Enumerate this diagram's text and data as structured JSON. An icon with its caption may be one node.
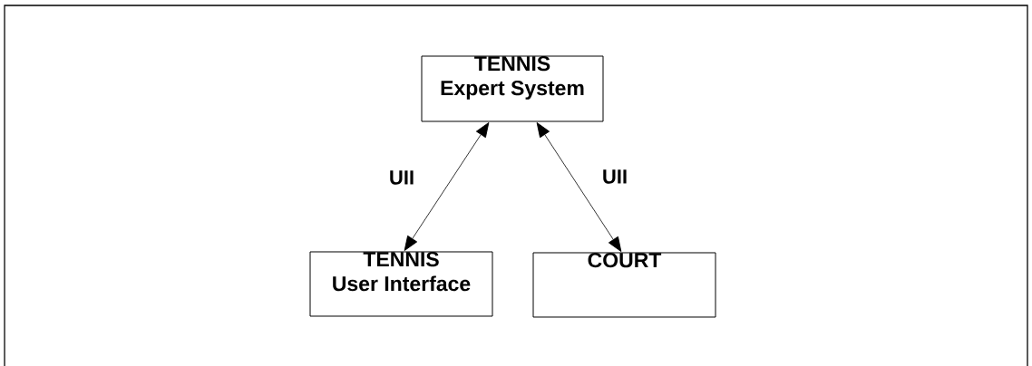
{
  "diagram": {
    "nodes": [
      {
        "text": [
          "TENNIS",
          "Expert System"
        ]
      },
      {
        "text": [
          "TENNIS",
          "User Interface"
        ]
      },
      {
        "text": [
          "COURT"
        ]
      }
    ],
    "edges": [
      {
        "from": 0,
        "to": 1,
        "arrow": "both",
        "label": "UII"
      },
      {
        "from": 0,
        "to": 2,
        "arrow": "both",
        "label": "UII"
      }
    ]
  }
}
